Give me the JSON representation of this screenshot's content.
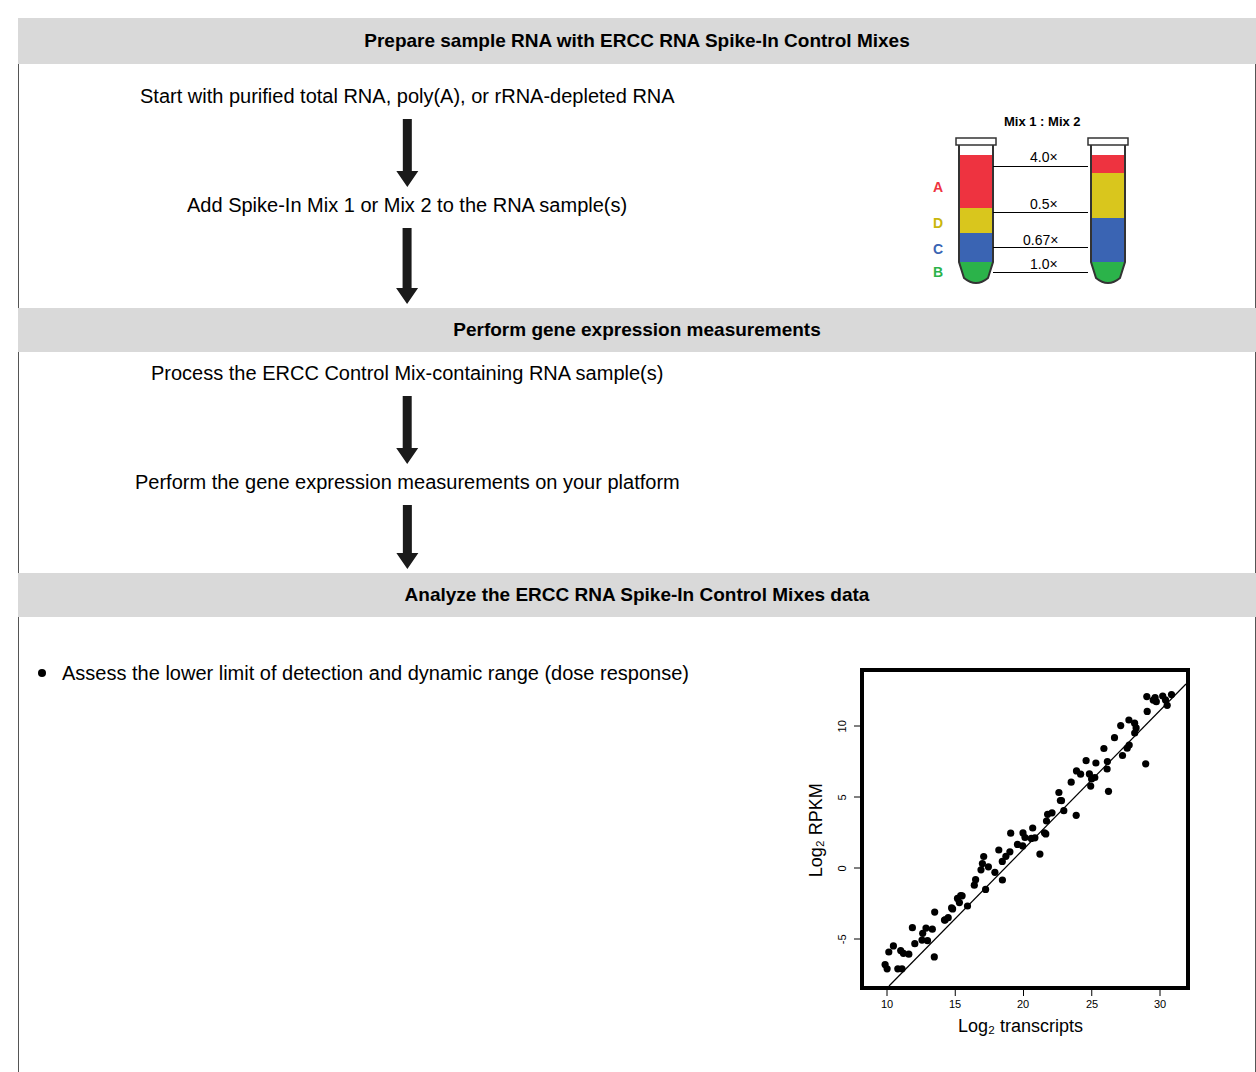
{
  "diagram": {
    "nodes": [
      {
        "text": [
          "Prepare sample RNA with ERCC RNA Spike-In Control Mixes"
        ]
      },
      {
        "text": [
          "Start with purified total RNA, poly(A), or rRNA-depleted RNA"
        ]
      },
      {
        "text": [
          "Add Spike-In Mix 1 or Mix 2 to the RNA sample(s)"
        ]
      },
      {
        "text": [
          "Perform gene expression measurements"
        ]
      },
      {
        "text": [
          "Process the ERCC Control Mix-containing RNA sample(s)"
        ]
      },
      {
        "text": [
          "Perform the gene expression measurements on your platform"
        ]
      },
      {
        "text": [
          "Analyze the ERCC RNA Spike-In Control Mixes data"
        ]
      }
    ],
    "edges": [
      {
        "from": 1,
        "to": 2,
        "arrow": "to"
      },
      {
        "from": 2,
        "to": 3,
        "arrow": "to"
      },
      {
        "from": 4,
        "to": 5,
        "arrow": "to"
      },
      {
        "from": 5,
        "to": 6,
        "arrow": "to"
      }
    ],
    "labels": [
      "Mix 1 : Mix 2",
      "4.0×",
      "0.5×",
      "0.67×",
      "1.0×",
      "A",
      "D",
      "C",
      "B",
      "Assess the lower limit of detection and dynamic range (dose response)",
      "10",
      "5",
      "0",
      "-5",
      "10",
      "15",
      "20",
      "25",
      "30",
      "Log₂ RPKM",
      "Log₂ transcripts"
    ]
  }
}
